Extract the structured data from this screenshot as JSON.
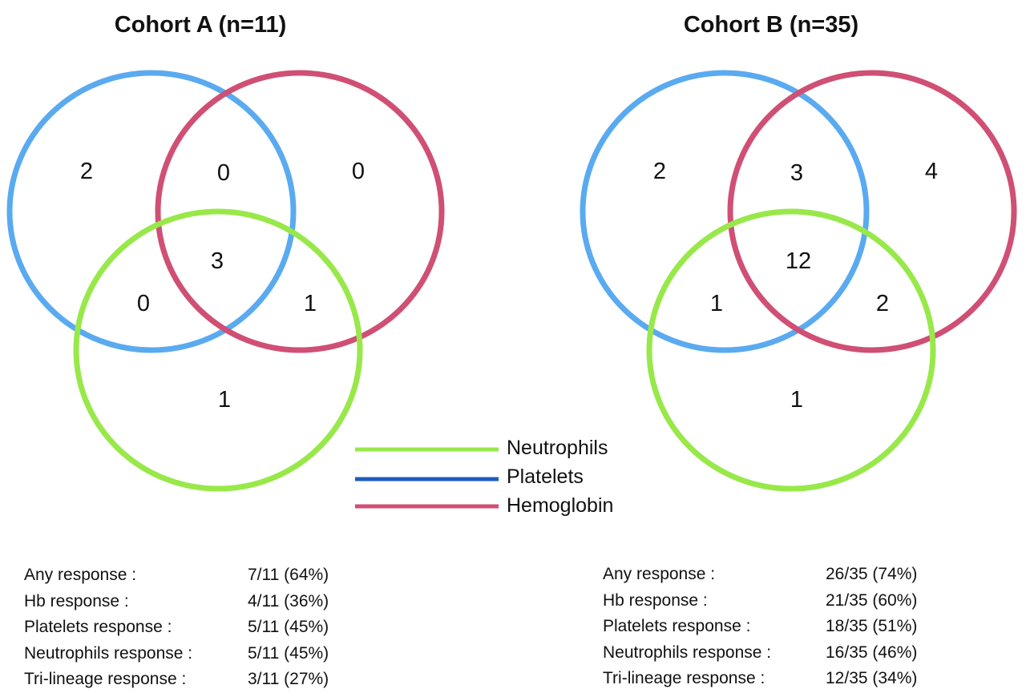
{
  "colors": {
    "platelets": "#5aaaf0",
    "hemoglobin": "#d04f75",
    "neutrophils": "#98e84a",
    "platelets_legend": "#1f5bbf"
  },
  "cohort_a": {
    "title": "Cohort A (n=11)",
    "regions": {
      "platelets_only": "2",
      "plt_hb": "0",
      "hb_only": "0",
      "all_three": "3",
      "plt_neut": "0",
      "hb_neut": "1",
      "neut_only": "1"
    },
    "stats": [
      {
        "label": "Any response :",
        "value": "7/11 (64%)"
      },
      {
        "label": "Hb response :",
        "value": "4/11 (36%)"
      },
      {
        "label": "Platelets response :",
        "value": "5/11 (45%)"
      },
      {
        "label": "Neutrophils response :",
        "value": "5/11 (45%)"
      },
      {
        "label": "Tri-lineage response :",
        "value": "3/11 (27%)"
      }
    ]
  },
  "cohort_b": {
    "title": "Cohort B (n=35)",
    "regions": {
      "platelets_only": "2",
      "plt_hb": "3",
      "hb_only": "4",
      "all_three": "12",
      "plt_neut": "1",
      "hb_neut": "2",
      "neut_only": "1"
    },
    "stats": [
      {
        "label": "Any response :",
        "value": "26/35 (74%)"
      },
      {
        "label": "Hb response :",
        "value": "21/35 (60%)"
      },
      {
        "label": "Platelets response :",
        "value": "18/35 (51%)"
      },
      {
        "label": "Neutrophils response :",
        "value": "16/35 (46%)"
      },
      {
        "label": "Tri-lineage response :",
        "value": "12/35 (34%)"
      }
    ]
  },
  "legend": [
    {
      "label": "Neutrophils"
    },
    {
      "label": "Platelets"
    },
    {
      "label": "Hemoglobin"
    }
  ]
}
